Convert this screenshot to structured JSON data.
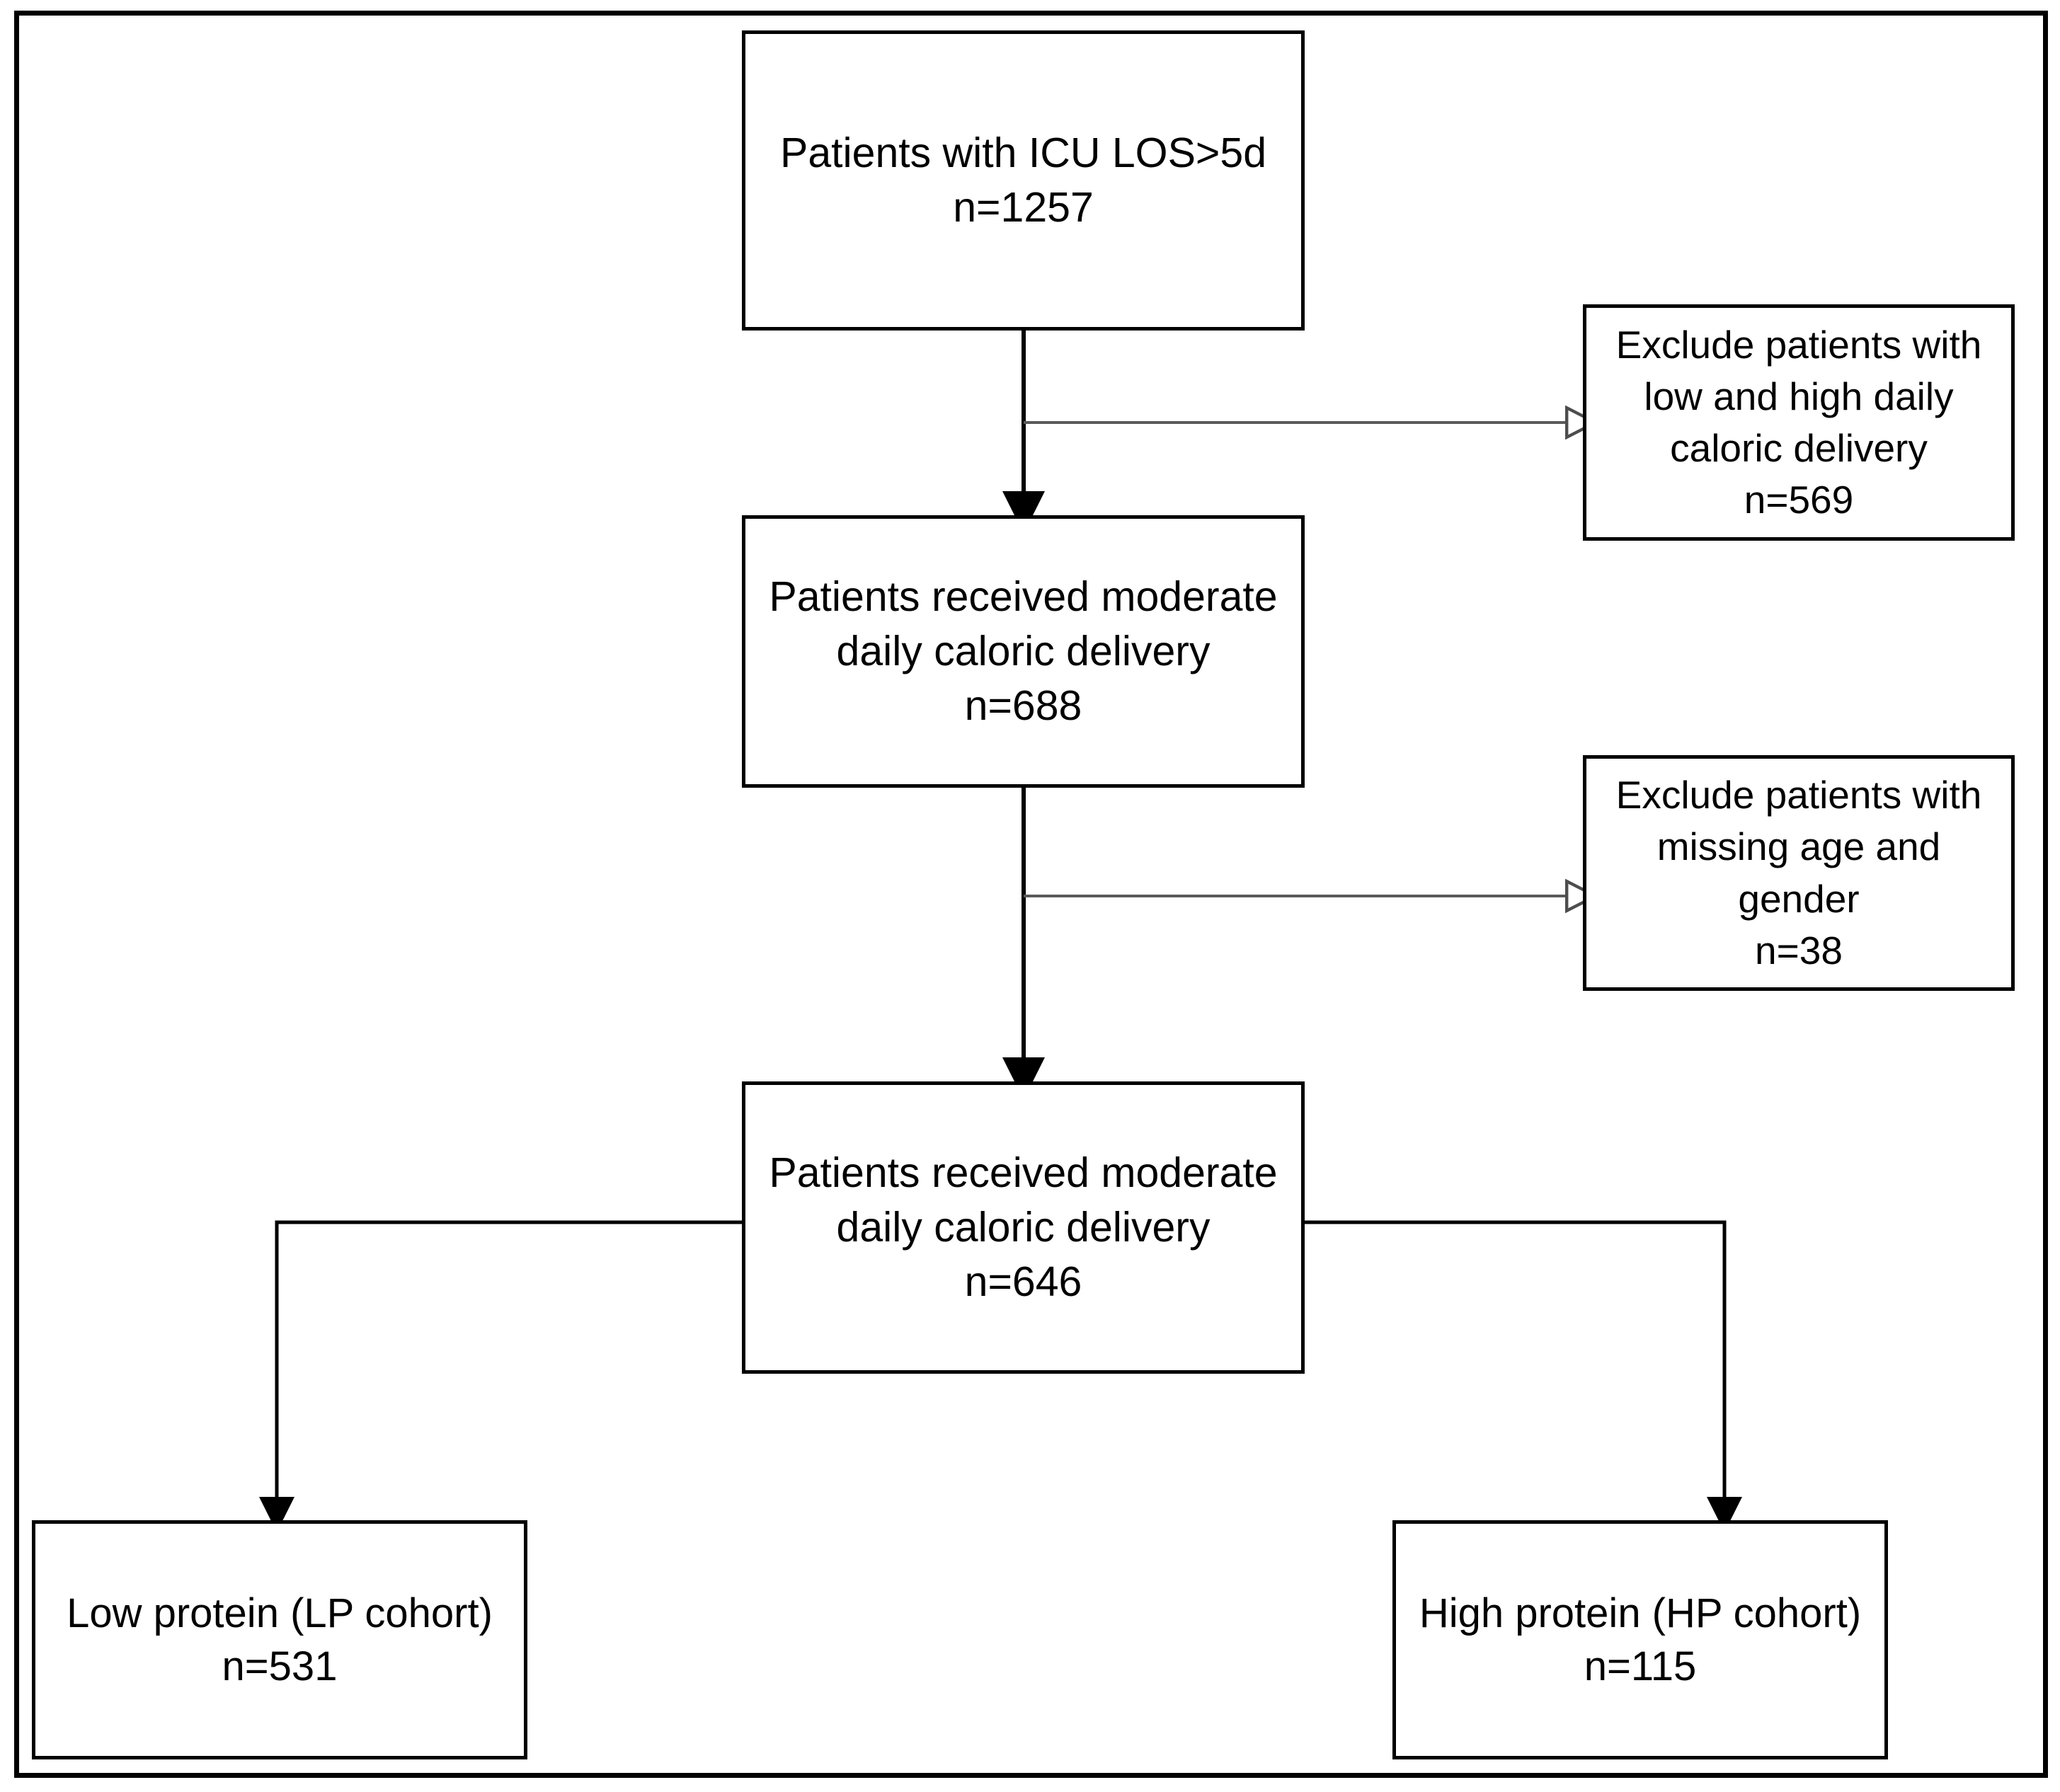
{
  "figure": {
    "type": "flowchart",
    "orientation": "top-to-bottom",
    "frame_color": "#000000",
    "background_color": "#ffffff",
    "box_border_color": "#000000",
    "text_color": "#000000",
    "solid_arrow_color": "#000000",
    "open_arrow_color": "#595959"
  },
  "nodes": {
    "screened": {
      "id": "screened",
      "role": "enrollment",
      "lines": [
        "Patients with ICU LOS>5d",
        "n=1257"
      ],
      "label": "Patients with ICU LOS>5d",
      "count_text": "n=1257",
      "count": 1257
    },
    "moderate1": {
      "id": "moderate1",
      "role": "after-caloric-exclusion",
      "lines": [
        "Patients received moderate",
        "daily caloric delivery",
        "n=688"
      ],
      "label_line1": "Patients received moderate",
      "label_line2": "daily caloric delivery",
      "count_text": "n=688",
      "count": 688
    },
    "moderate2": {
      "id": "moderate2",
      "role": "analysis-population",
      "lines": [
        "Patients received moderate",
        "daily caloric delivery",
        "n=646"
      ],
      "label_line1": "Patients received moderate",
      "label_line2": "daily caloric delivery",
      "count_text": "n=646",
      "count": 646
    },
    "exclude1": {
      "id": "exclude1",
      "role": "exclusion",
      "lines": [
        "Exclude patients with",
        "low and high daily",
        "caloric delivery",
        "n=569"
      ],
      "label_line1": "Exclude patients with",
      "label_line2": "low and high daily",
      "label_line3": "caloric delivery",
      "count_text": "n=569",
      "count": 569
    },
    "exclude2": {
      "id": "exclude2",
      "role": "exclusion",
      "lines": [
        "Exclude patients with",
        "missing age and",
        "gender",
        "n=38"
      ],
      "label_line1": "Exclude patients with",
      "label_line2": "missing age and",
      "label_line3": "gender",
      "count_text": "n=38",
      "count": 38
    },
    "lp_cohort": {
      "id": "lp_cohort",
      "role": "terminal-cohort",
      "lines": [
        "Low protein (LP cohort)",
        "n=531"
      ],
      "label": "Low protein (LP cohort)",
      "count_text": "n=531",
      "count": 531
    },
    "hp_cohort": {
      "id": "hp_cohort",
      "role": "terminal-cohort",
      "lines": [
        "High protein (HP cohort)",
        "n=115"
      ],
      "label": "High protein (HP cohort)",
      "count_text": "n=115",
      "count": 115
    }
  },
  "edges": [
    {
      "from": "screened",
      "to": "moderate1",
      "style": "solid-filled-arrow",
      "direction": "down"
    },
    {
      "from": "screened",
      "to": "exclude1",
      "style": "open-arrow",
      "direction": "right"
    },
    {
      "from": "moderate1",
      "to": "moderate2",
      "style": "solid-filled-arrow",
      "direction": "down"
    },
    {
      "from": "moderate1",
      "to": "exclude2",
      "style": "open-arrow",
      "direction": "right"
    },
    {
      "from": "moderate2",
      "to": "lp_cohort",
      "style": "solid-filled-arrow",
      "direction": "down-left-elbow"
    },
    {
      "from": "moderate2",
      "to": "hp_cohort",
      "style": "solid-filled-arrow",
      "direction": "down-right-elbow"
    }
  ]
}
